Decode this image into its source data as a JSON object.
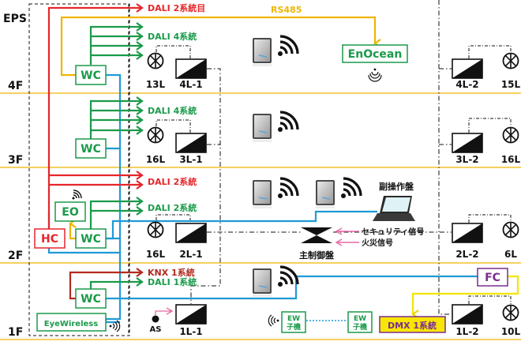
{
  "colors": {
    "dali": "#1a9a4a",
    "dali_eps": "#e5262b",
    "knx": "#b22a20",
    "rs485": "#f0b400",
    "network": "#1f9ad6",
    "floor_line": "#f0b400",
    "dmx_line": "#f2e600",
    "dmx_fill": "#f7e600",
    "fc": "#7a2d8f",
    "hc": "#e5262b",
    "signal_arrow": "#e86aa6",
    "black": "#111111"
  },
  "floors": [
    {
      "id": "EPS",
      "label": "EPS"
    },
    {
      "id": "4F",
      "label": "4F"
    },
    {
      "id": "3F",
      "label": "3F"
    },
    {
      "id": "2F",
      "label": "2F"
    },
    {
      "id": "1F",
      "label": "1F"
    }
  ],
  "bus_labels": {
    "dali_eps": "DALI 2系統目",
    "rs485": "RS485",
    "dali_4f": "DALI 4系統",
    "dali_3f": "DALI 4系統",
    "dali_2f_red": "DALI 2系統",
    "dali_2f_green": "DALI 2系統",
    "knx_1f": "KNX 1系統",
    "dali_1f": "DALI 1系統"
  },
  "controllers": {
    "wc_4f": "WC",
    "wc_3f": "WC",
    "wc_2f": "WC",
    "wc_1f": "WC",
    "hc": "HC",
    "eo": "EO",
    "eyewireless": "EyeWireless",
    "enocean": "EnOcean",
    "fc": "FC",
    "dmx": "DMX 1系統",
    "ew_1": "EW\n子機",
    "ew_1_line1": "EW",
    "ew_1_line2": "子機",
    "ew_2_line1": "EW",
    "ew_2_line2": "子機"
  },
  "devices": {
    "4f_lamp": "13L",
    "4f_dimmer": "4L-1",
    "4f_dimmer2": "4L-2",
    "4f_lamp2": "15L",
    "3f_lamp": "16L",
    "3f_dimmer": "3L-1",
    "3f_dimmer2": "3L-2",
    "3f_lamp2": "16L",
    "2f_lamp": "16L",
    "2f_dimmer": "2L-1",
    "2f_dimmer2": "2L-2",
    "2f_lamp2": "6L",
    "1f_sensor": "AS",
    "1f_dimmer": "1L-1",
    "1f_dimmer2": "1L-2",
    "1f_lamp2": "10L"
  },
  "panels": {
    "main": "主制御盤",
    "sub": "副操作盤",
    "security_signal": "セキュリティ信号",
    "fire_signal": "火災信号"
  }
}
